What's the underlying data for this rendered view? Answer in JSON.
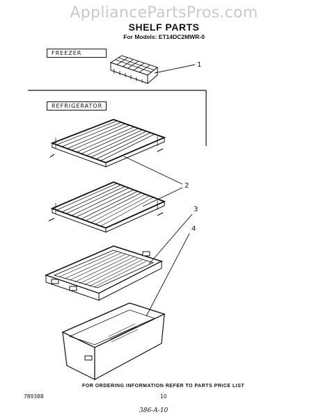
{
  "watermark": "AppliancePartsPros.com",
  "title": "SHELF PARTS",
  "subtitle": "For Models: ET14DC2MWR-0",
  "sections": {
    "freezer": "FREEZER",
    "refrigerator": "REFRIGERATOR"
  },
  "callouts": [
    "1",
    "2",
    "3",
    "4"
  ],
  "parts": {
    "ice_tray": "ice cube tray",
    "wire_shelf_upper": "wire shelf",
    "wire_shelf_lower": "wire shelf",
    "crisper_cover": "crisper cover",
    "crisper_pan": "crisper pan"
  },
  "footer": {
    "note": "FOR ORDERING INFORMATION REFER TO PARTS PRICE LIST",
    "doc_number": "789388",
    "page_number": "10",
    "handwritten": "386-A-10"
  }
}
